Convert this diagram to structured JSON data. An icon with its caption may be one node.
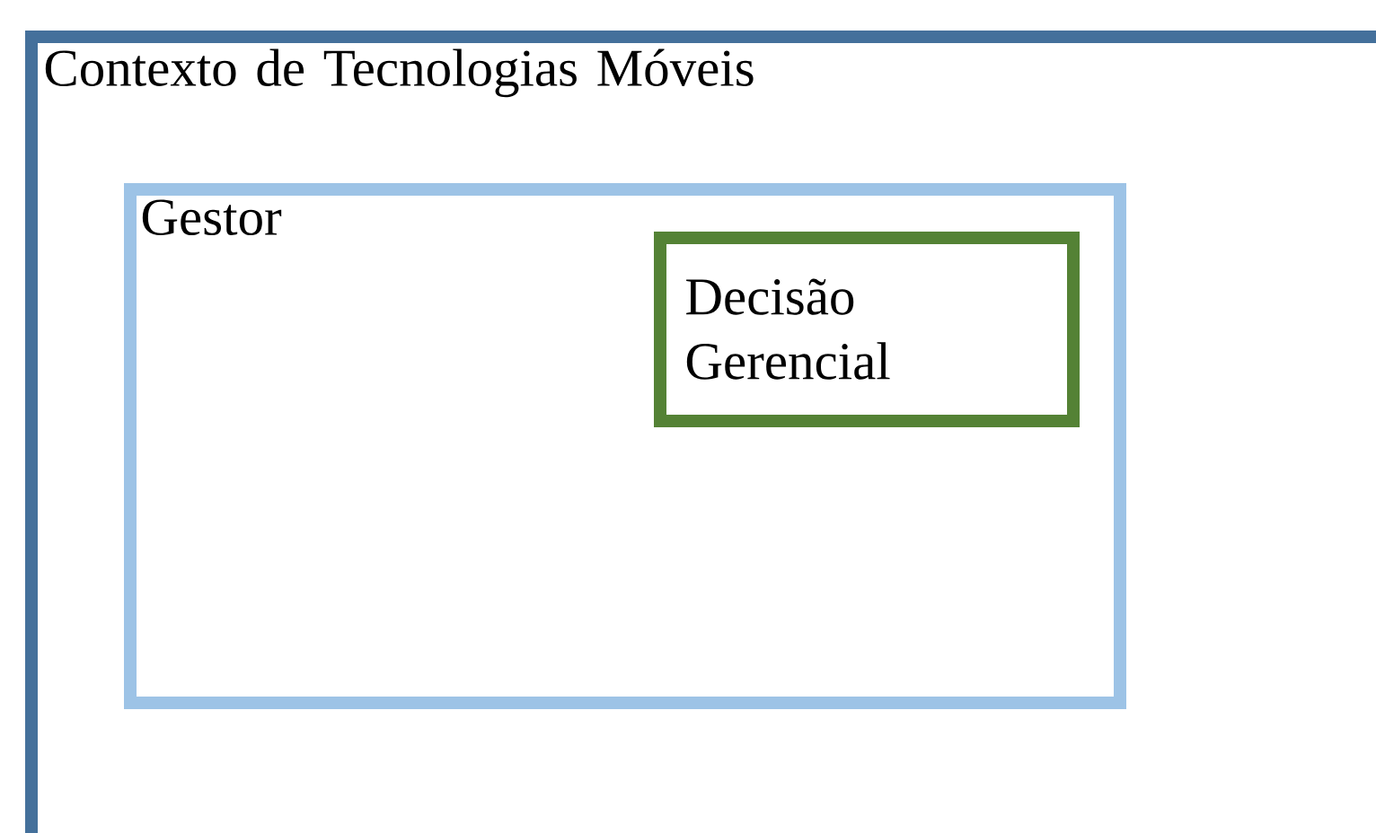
{
  "diagram": {
    "nodes": [
      {
        "text": [
          "Contexto de Tecnologias Móveis"
        ]
      },
      {
        "text": [
          "Gestor"
        ],
        "in": 0
      },
      {
        "text": [
          "Decisão Gerencial"
        ],
        "in": 1
      }
    ]
  }
}
